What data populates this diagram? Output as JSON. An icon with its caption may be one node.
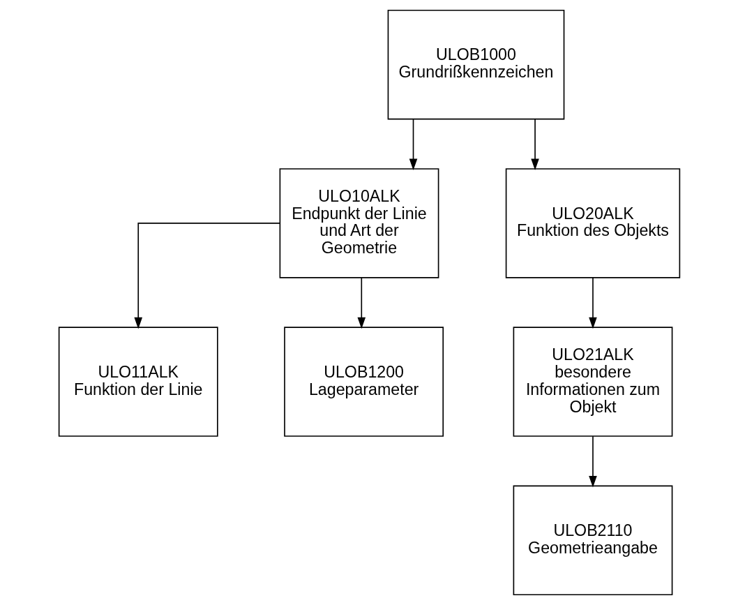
{
  "diagram": {
    "nodes": [
      {
        "text": [
          "ULOB1000",
          "Grundrißkennzeichen"
        ]
      },
      {
        "text": [
          "ULO10ALK",
          "Endpunkt der Linie und Art der Geometrie"
        ]
      },
      {
        "text": [
          "ULO20ALK",
          "Funktion des Objekts"
        ]
      },
      {
        "text": [
          "ULO11ALK",
          "Funktion der Linie"
        ]
      },
      {
        "text": [
          "ULOB1200",
          "Lageparameter"
        ]
      },
      {
        "text": [
          "ULO21ALK",
          "besondere Informationen zum Objekt"
        ]
      },
      {
        "text": [
          "ULOB2110",
          "Geometrieangabe"
        ]
      }
    ],
    "edges": [
      {
        "from": 0,
        "to": 1,
        "arrow": "to"
      },
      {
        "from": 0,
        "to": 2,
        "arrow": "to"
      },
      {
        "from": 1,
        "to": 3,
        "arrow": "to"
      },
      {
        "from": 1,
        "to": 4,
        "arrow": "to"
      },
      {
        "from": 2,
        "to": 5,
        "arrow": "to"
      },
      {
        "from": 5,
        "to": 6,
        "arrow": "to"
      }
    ]
  }
}
